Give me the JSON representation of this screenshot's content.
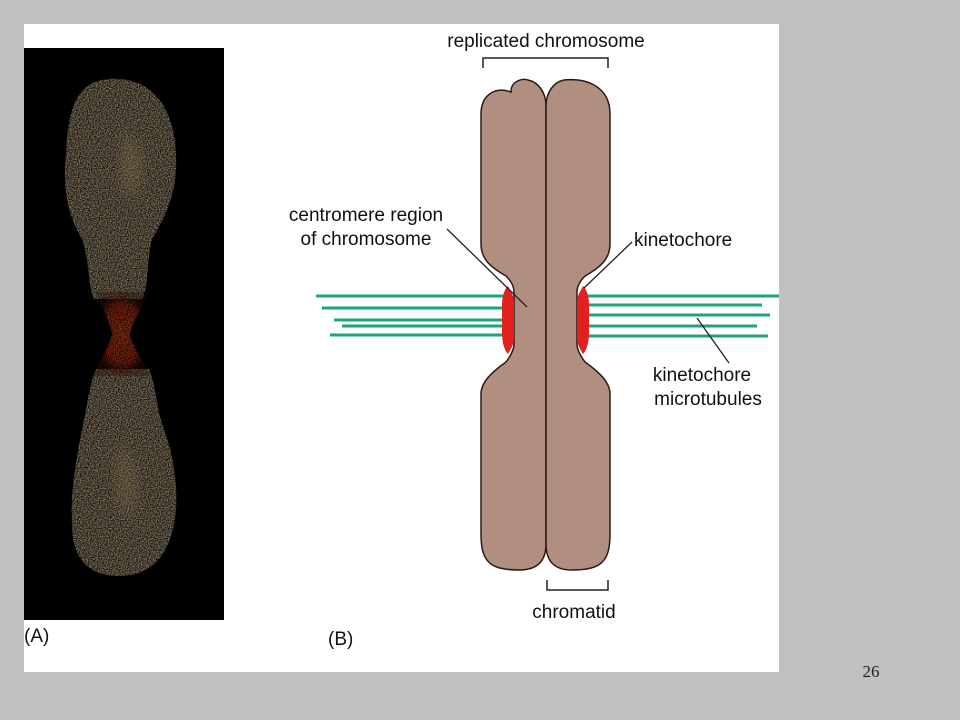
{
  "figure": {
    "panel_a_label": "(A)",
    "panel_b_label": "(B)",
    "labels": {
      "replicated_chromosome": "replicated chromosome",
      "centromere_line1": "centromere region",
      "centromere_line2": "of chromosome",
      "kinetochore": "kinetochore",
      "kinetochore_microtubules_line1": "kinetochore",
      "kinetochore_microtubules_line2": "microtubules",
      "chromatid": "chromatid"
    },
    "colors": {
      "chromatid_fill": "#b08f80",
      "kinetochore": "#e1211f",
      "microtubule": "#1fa37a",
      "micrograph_background": "#000000",
      "micrograph_chromosome": "#cdb790",
      "micrograph_centromere": "#e9471c"
    }
  },
  "slide": {
    "page_number": "26"
  }
}
